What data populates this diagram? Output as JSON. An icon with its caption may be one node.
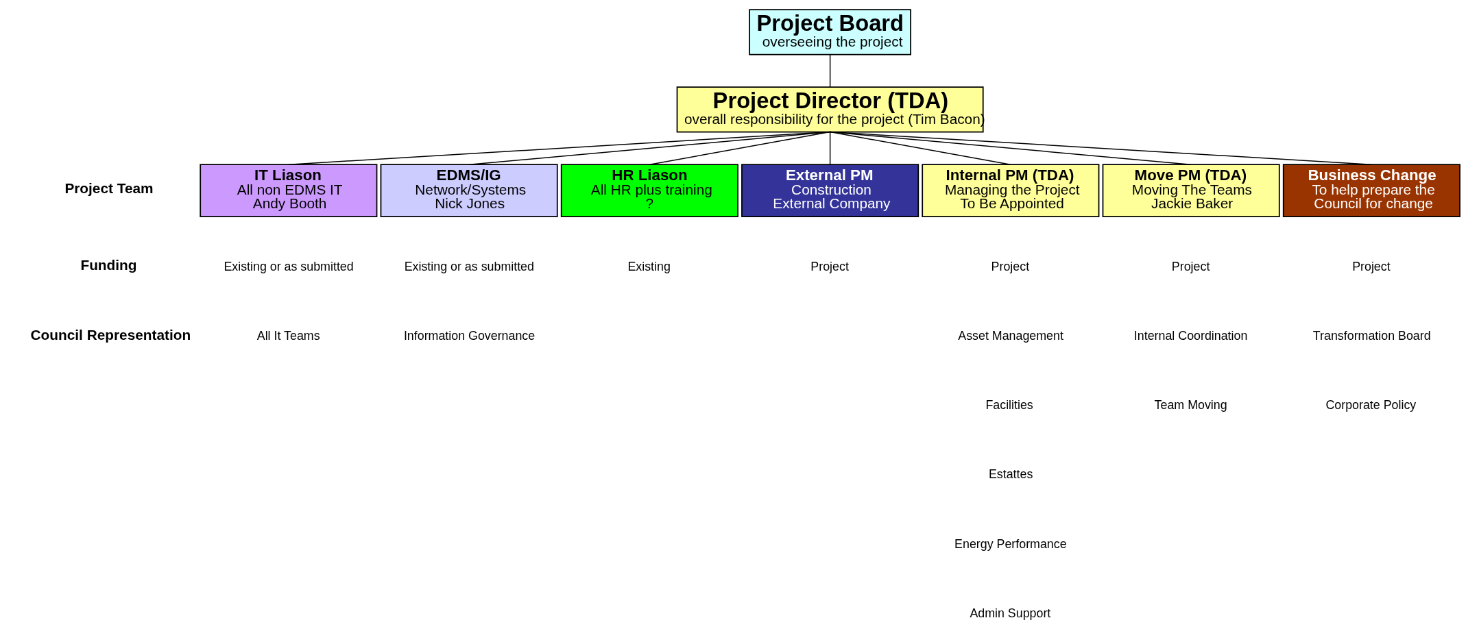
{
  "diagram": {
    "nodes": [
      {
        "text": [
          "Project Board",
          "overseeing the project"
        ]
      },
      {
        "text": [
          "Project Director (TDA)",
          "overall responsibility for the project (Tim Bacon)"
        ]
      },
      {
        "text": [
          "IT Liason",
          "All non EDMS IT",
          "Andy Booth"
        ]
      },
      {
        "text": [
          "EDMS/IG",
          "Network/Systems",
          "Nick Jones"
        ]
      },
      {
        "text": [
          "HR Liason",
          "All HR plus training",
          "?"
        ]
      },
      {
        "text": [
          "External PM",
          "Construction",
          "External Company"
        ]
      },
      {
        "text": [
          "Internal PM (TDA)",
          "Managing the Project",
          "To Be Appointed"
        ]
      },
      {
        "text": [
          "Move PM (TDA)",
          "Moving The Teams",
          "Jackie Baker"
        ]
      },
      {
        "text": [
          "Business Change",
          "To help prepare the",
          "Council for change"
        ]
      }
    ],
    "edges": [
      {
        "from": 0,
        "to": 1,
        "arrow": "none"
      },
      {
        "from": 1,
        "to": 2,
        "arrow": "none"
      },
      {
        "from": 1,
        "to": 3,
        "arrow": "none"
      },
      {
        "from": 1,
        "to": 4,
        "arrow": "none"
      },
      {
        "from": 1,
        "to": 5,
        "arrow": "none"
      },
      {
        "from": 1,
        "to": 6,
        "arrow": "none"
      },
      {
        "from": 1,
        "to": 7,
        "arrow": "none"
      },
      {
        "from": 1,
        "to": 8,
        "arrow": "none"
      }
    ],
    "labels": [
      "Project Team",
      "Funding",
      "Existing or as submitted",
      "Existing or as submitted",
      "Existing",
      "Project",
      "Project",
      "Project",
      "Project",
      "Council Representation",
      "All It Teams",
      "Information Governance",
      "Asset Management",
      "Facilities",
      "Estattes",
      "Energy Performance",
      "Admin Support",
      "Internal Coordination",
      "Team Moving",
      "Transformation Board",
      "Corporate Policy"
    ]
  }
}
